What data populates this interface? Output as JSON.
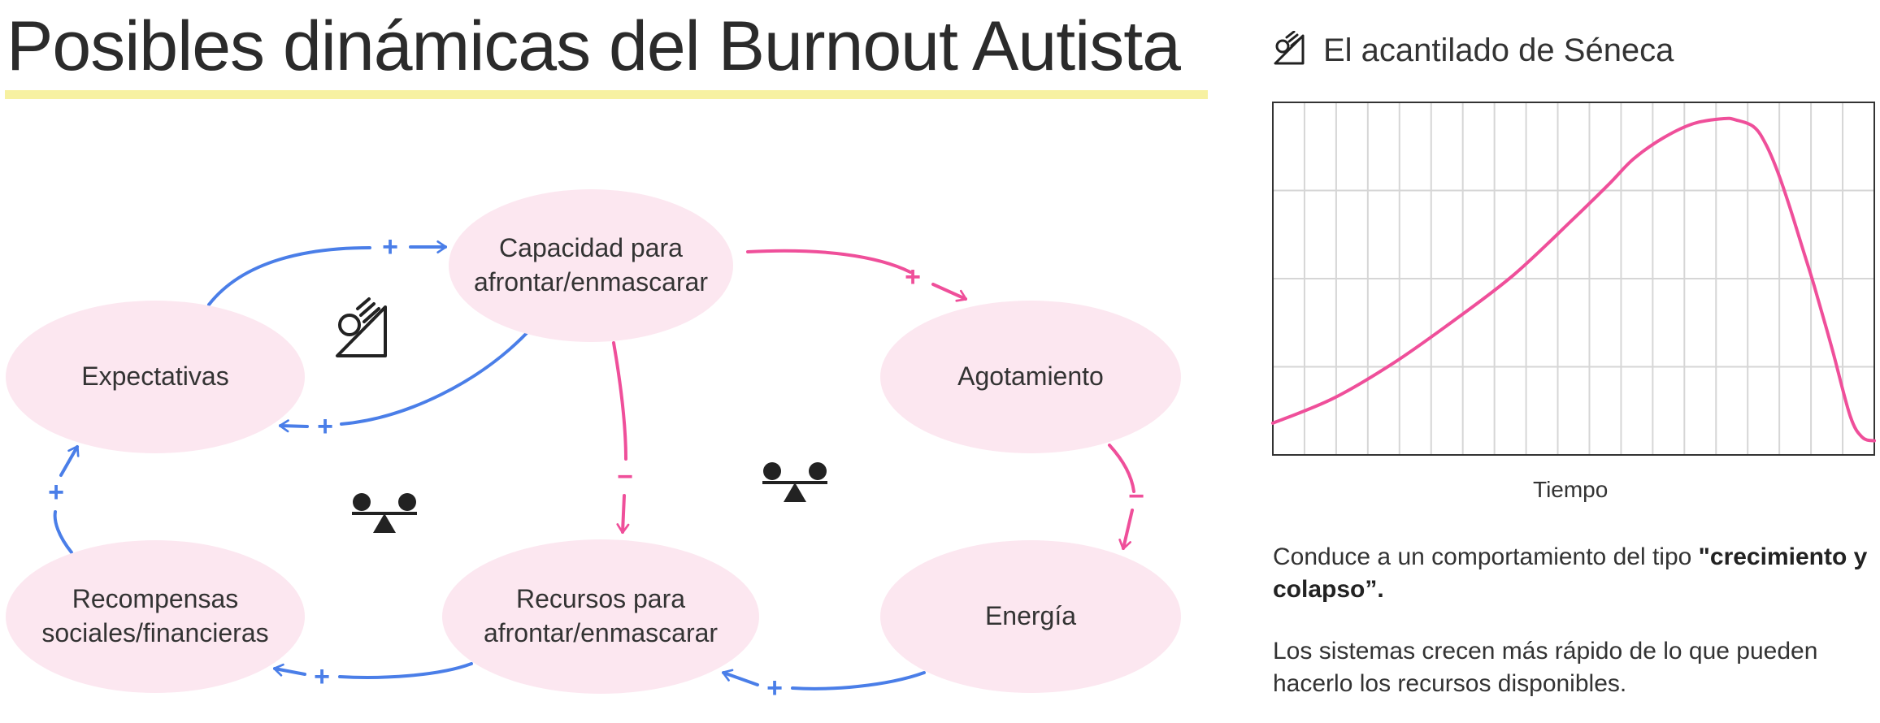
{
  "title": "Posibles dinámicas del Burnout Autista",
  "colors": {
    "node_fill": "#fce7f0",
    "positive_link": "#4a7ee8",
    "negative_link": "#ef4f9a",
    "title_highlight": "#f7f1a1",
    "curve": "#ef4f9a"
  },
  "nodes": {
    "capacidad": {
      "line1": "Capacidad para",
      "line2": "afrontar/enmascarar"
    },
    "expectativas": {
      "label": "Expectativas"
    },
    "agotamiento": {
      "label": "Agotamiento"
    },
    "recompensas": {
      "line1": "Recompensas",
      "line2": "sociales/financieras"
    },
    "recursos": {
      "line1": "Recursos para",
      "line2": "afrontar/enmascarar"
    },
    "energia": {
      "label": "Energía"
    }
  },
  "links": [
    {
      "from": "Expectativas",
      "to": "Capacidad para afrontar/enmascarar",
      "polarity": "+"
    },
    {
      "from": "Capacidad para afrontar/enmascarar",
      "to": "Agotamiento",
      "polarity": "+"
    },
    {
      "from": "Capacidad para afrontar/enmascarar",
      "to": "Expectativas",
      "polarity": "+"
    },
    {
      "from": "Capacidad para afrontar/enmascarar",
      "to": "Recursos para afrontar/enmascarar",
      "polarity": "−"
    },
    {
      "from": "Agotamiento",
      "to": "Energía",
      "polarity": "−"
    },
    {
      "from": "Energía",
      "to": "Recursos para afrontar/enmascarar",
      "polarity": "+"
    },
    {
      "from": "Recursos para afrontar/enmascarar",
      "to": "Recompensas sociales/financieras",
      "polarity": "+"
    },
    {
      "from": "Recompensas sociales/financieras",
      "to": "Expectativas",
      "polarity": "+"
    }
  ],
  "loop_icons": [
    "cliff-icon",
    "balance-icon",
    "balance-icon"
  ],
  "seneca": {
    "icon": "cliff-icon",
    "title": "El acantilado de Séneca",
    "xlabel": "Tiempo"
  },
  "chart_data": {
    "type": "line",
    "title": "El acantilado de Séneca",
    "xlabel": "Tiempo",
    "ylabel": "",
    "grid": true,
    "xlim": [
      0,
      1
    ],
    "ylim": [
      0,
      1
    ],
    "series": [
      {
        "x": [
          0,
          0.1,
          0.2,
          0.3,
          0.4,
          0.5,
          0.56,
          0.6,
          0.65,
          0.7,
          0.75,
          0.77,
          0.8,
          0.82,
          0.84,
          0.86,
          0.88,
          0.9,
          0.93,
          0.96,
          0.98,
          1.0
        ],
        "y": [
          0.09,
          0.16,
          0.26,
          0.38,
          0.51,
          0.67,
          0.77,
          0.84,
          0.9,
          0.94,
          0.954,
          0.95,
          0.93,
          0.88,
          0.8,
          0.7,
          0.59,
          0.48,
          0.3,
          0.11,
          0.05,
          0.04
        ]
      }
    ]
  },
  "description": {
    "p1_text": "Conduce a un comportamiento del tipo ",
    "p1_bold": "\"crecimiento y colapso”.",
    "p2": "Los sistemas crecen más rápido de lo que pueden hacerlo los recursos disponibles."
  }
}
